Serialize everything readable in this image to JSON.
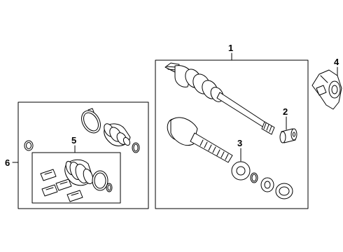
{
  "callouts": {
    "c1": "1",
    "c2": "2",
    "c3": "3",
    "c4": "4",
    "c5": "5",
    "c6": "6"
  },
  "colors": {
    "line": "#000000",
    "background": "#ffffff",
    "fill": "#ffffff"
  }
}
